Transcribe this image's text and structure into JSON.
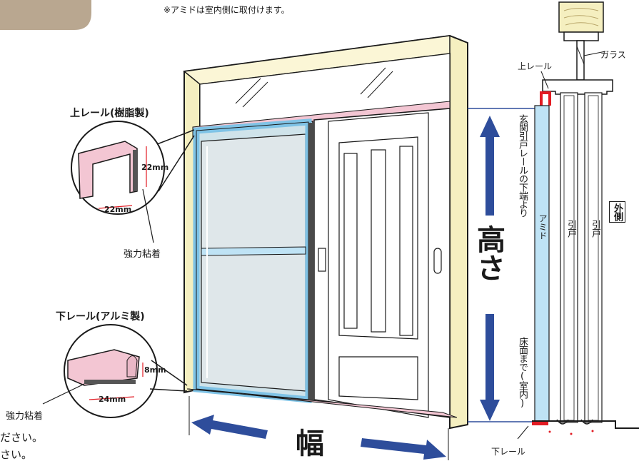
{
  "notes": {
    "top_note": "※アミドは室内側に取付けます。",
    "bottom_note_1": "ださい。",
    "bottom_note_2": "さい。"
  },
  "callouts": {
    "upper_rail_title": "上レール(樹脂製)",
    "upper_rail_height": "22mm",
    "upper_rail_width": "22mm",
    "upper_adhesive": "強力粘着",
    "lower_rail_title": "下レール(アルミ製)",
    "lower_rail_height": "8mm",
    "lower_rail_width": "24mm",
    "lower_adhesive": "強力粘着"
  },
  "dimensions": {
    "height_label": "高さ",
    "width_label": "幅"
  },
  "section": {
    "glass_label": "ガラス",
    "upper_rail_label": "上レール",
    "lower_rail_label": "下レール",
    "measure_from_top": "玄関引戸レールの下端より",
    "measure_to_floor": "床面まで(室内)",
    "amido_label": "アミド",
    "sliding_door_1": "引戸",
    "sliding_door_2": "引戸",
    "outside_label": "外側"
  },
  "colors": {
    "frame": "#f5efc0",
    "screen": "#bfe3f5",
    "pink_rail": "#f3c6d3",
    "arrow_blue": "#2e4d9b",
    "red_rail": "#e21b23"
  }
}
